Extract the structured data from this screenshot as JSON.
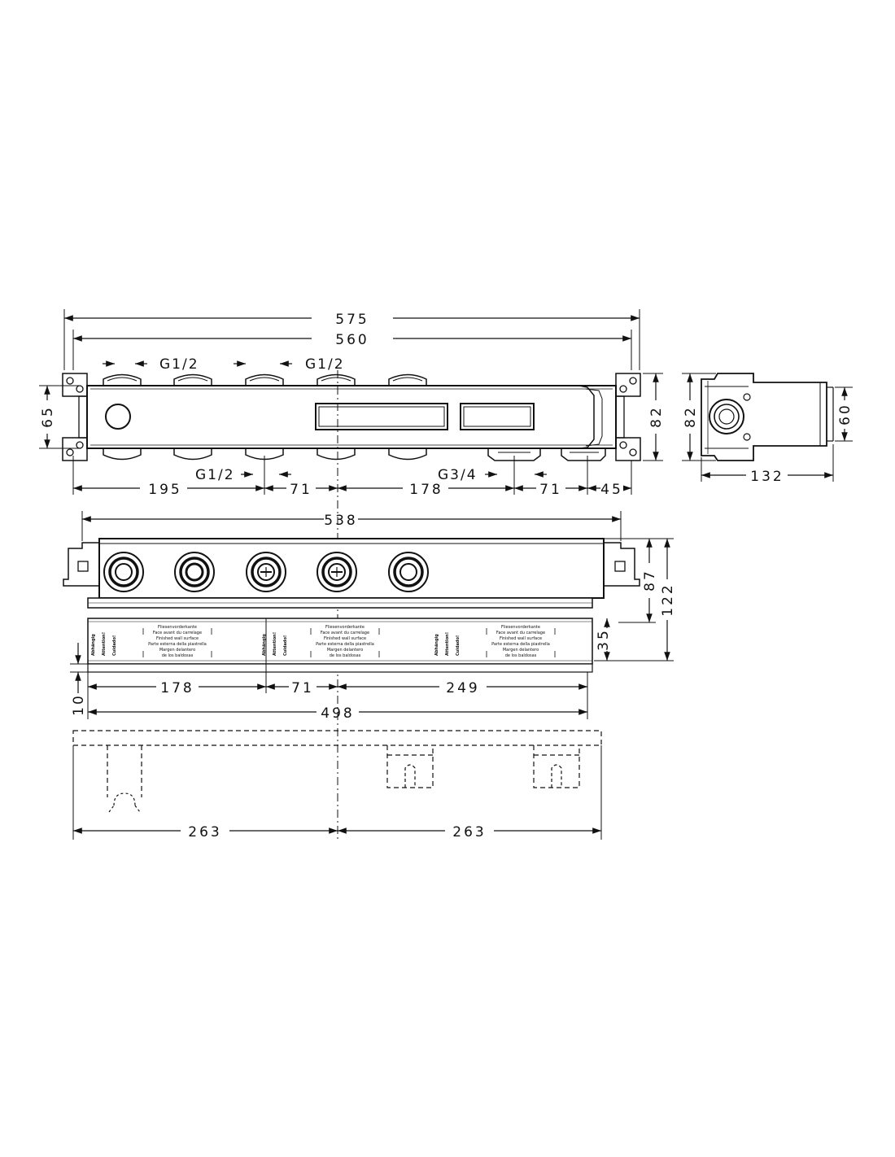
{
  "top_view": {
    "dims": {
      "overall": "575",
      "inner": "560",
      "height_left": "65",
      "height_right": "82",
      "b1": "195",
      "b2": "71",
      "b3": "178",
      "b4": "71",
      "b5": "45"
    },
    "threads": {
      "top_left": "G1/2",
      "top_right": "G1/2",
      "bottom_left": "G1/2",
      "bottom_right": "G3/4"
    }
  },
  "side_view": {
    "dims": {
      "height_outer": "82",
      "height_inner": "60",
      "depth": "132"
    }
  },
  "front_view": {
    "dims": {
      "width": "538",
      "h87": "87",
      "h122": "122",
      "h35": "35",
      "h10": "10",
      "s1": "178",
      "s2": "71",
      "s3": "249",
      "total": "498"
    },
    "strip": {
      "lines": [
        "Fliesenvorderkante",
        "Face avant du carrelage",
        "Finished wall surface",
        "Parte esterna della piastrella",
        "Margen delantero",
        "de los baldosas"
      ],
      "side_labels": [
        "Abhängig",
        "Attention!",
        "Cuidado!"
      ]
    }
  },
  "bottom_view": {
    "dims": {
      "left": "263",
      "right": "263"
    }
  }
}
